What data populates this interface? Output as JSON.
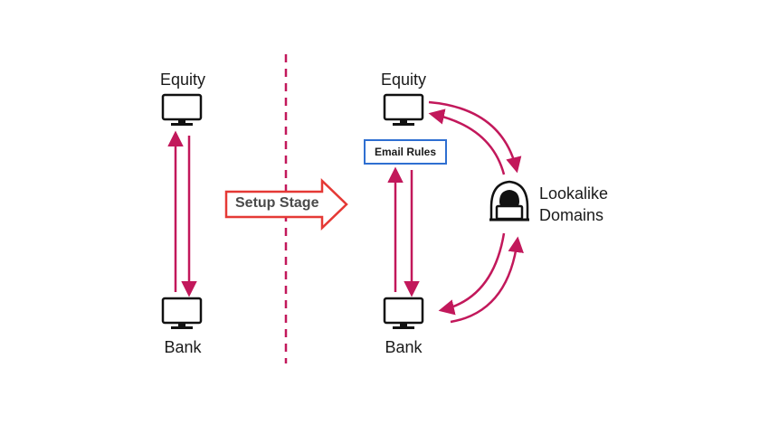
{
  "left": {
    "top_node": "Equity",
    "bottom_node": "Bank"
  },
  "transition": {
    "label": "Setup Stage"
  },
  "right": {
    "top_node": "Equity",
    "bottom_node": "Bank",
    "rules_box": "Email Rules",
    "attacker": {
      "line1": "Lookalike",
      "line2": "Domains"
    }
  },
  "icons": {
    "computer": "monitor-icon",
    "attacker": "hacker-icon"
  },
  "colors": {
    "arrow": "#c2185b",
    "divider": "#c2185b",
    "setup_arrow_border": "#e53935",
    "rules_border": "#2f6fd1"
  }
}
